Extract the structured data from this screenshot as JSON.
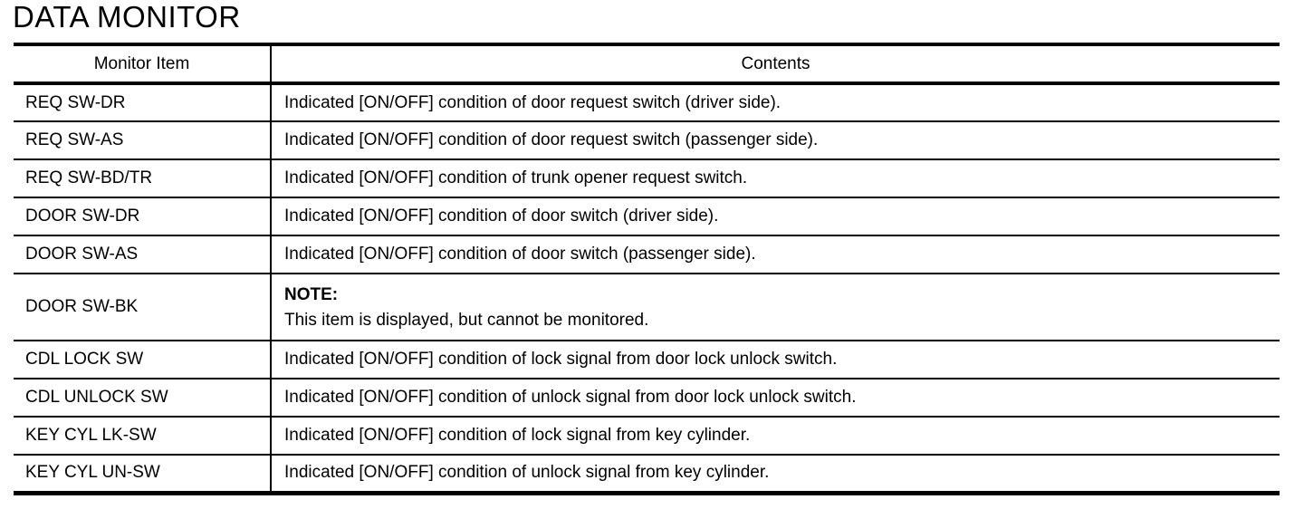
{
  "page": {
    "title": "DATA MONITOR"
  },
  "colors": {
    "text": "#000000",
    "background": "#ffffff",
    "border": "#000000"
  },
  "table": {
    "headers": [
      "Monitor Item",
      "Contents"
    ],
    "rows": [
      {
        "item": "REQ SW-DR",
        "contents": "Indicated [ON/OFF] condition of door request switch (driver side)."
      },
      {
        "item": "REQ SW-AS",
        "contents": "Indicated [ON/OFF] condition of door request switch (passenger side)."
      },
      {
        "item": "REQ SW-BD/TR",
        "contents": "Indicated [ON/OFF] condition of trunk opener request switch."
      },
      {
        "item": "DOOR SW-DR",
        "contents": "Indicated [ON/OFF] condition of door switch (driver side)."
      },
      {
        "item": "DOOR SW-AS",
        "contents": "Indicated [ON/OFF] condition of door switch (passenger side)."
      },
      {
        "item": "DOOR SW-BK",
        "note_label": "NOTE:",
        "contents": "This item is displayed, but cannot be monitored."
      },
      {
        "item": "CDL LOCK SW",
        "contents": "Indicated [ON/OFF] condition of lock signal from door lock unlock switch."
      },
      {
        "item": "CDL UNLOCK SW",
        "contents": "Indicated [ON/OFF] condition of unlock signal from door lock unlock switch."
      },
      {
        "item": "KEY CYL LK-SW",
        "contents": "Indicated [ON/OFF] condition of lock signal from key cylinder."
      },
      {
        "item": "KEY CYL UN-SW",
        "contents": "Indicated [ON/OFF] condition of unlock signal from key cylinder."
      }
    ]
  }
}
